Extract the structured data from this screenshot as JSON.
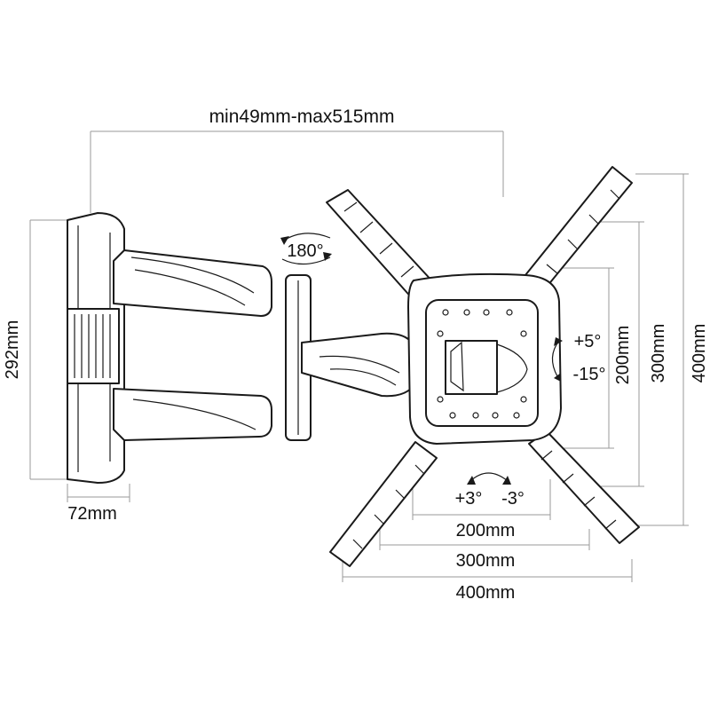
{
  "labels": {
    "arm_extension": "min49mm-max515mm",
    "rotation": "180°",
    "wall_plate_height": "292mm",
    "wall_plate_width": "72mm",
    "tilt_up": "+5°",
    "tilt_down": "-15°",
    "swivel_left": "+3°",
    "swivel_right": "-3°",
    "vesa_v_200": "200mm",
    "vesa_v_300": "300mm",
    "vesa_v_400": "400mm",
    "vesa_h_200": "200mm",
    "vesa_h_300": "300mm",
    "vesa_h_400": "400mm"
  },
  "colors": {
    "ink": "#1a1a1a",
    "dimension_line": "#9a9a9a",
    "background": "#ffffff"
  }
}
